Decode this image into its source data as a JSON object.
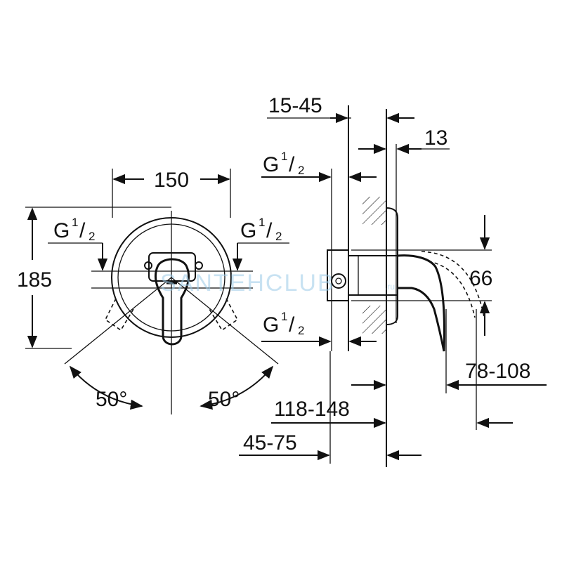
{
  "dimensions": {
    "width_150": "150",
    "height_185": "185",
    "thread_left_prefix": "G",
    "thread_left_num": "1",
    "thread_left_den": "2",
    "thread_right_prefix": "G",
    "thread_right_num": "1",
    "thread_right_den": "2",
    "angle_left": "50°",
    "angle_right": "50°",
    "depth_15_45": "15-45",
    "depth_13": "13",
    "thread_side_top_prefix": "G",
    "thread_side_top_num": "1",
    "thread_side_top_den": "2",
    "height_66": "66",
    "thread_side_bottom_prefix": "G",
    "thread_side_bottom_num": "1",
    "thread_side_bottom_den": "2",
    "reach_78_108": "78-108",
    "depth_118_148": "118-148",
    "depth_45_75": "45-75"
  },
  "watermark": {
    "text_a": "SANTEH",
    "text_b": "CLUB",
    "suffix": ".ru"
  },
  "colors": {
    "ink": "#111111",
    "watermark": "#9ccbe8"
  }
}
